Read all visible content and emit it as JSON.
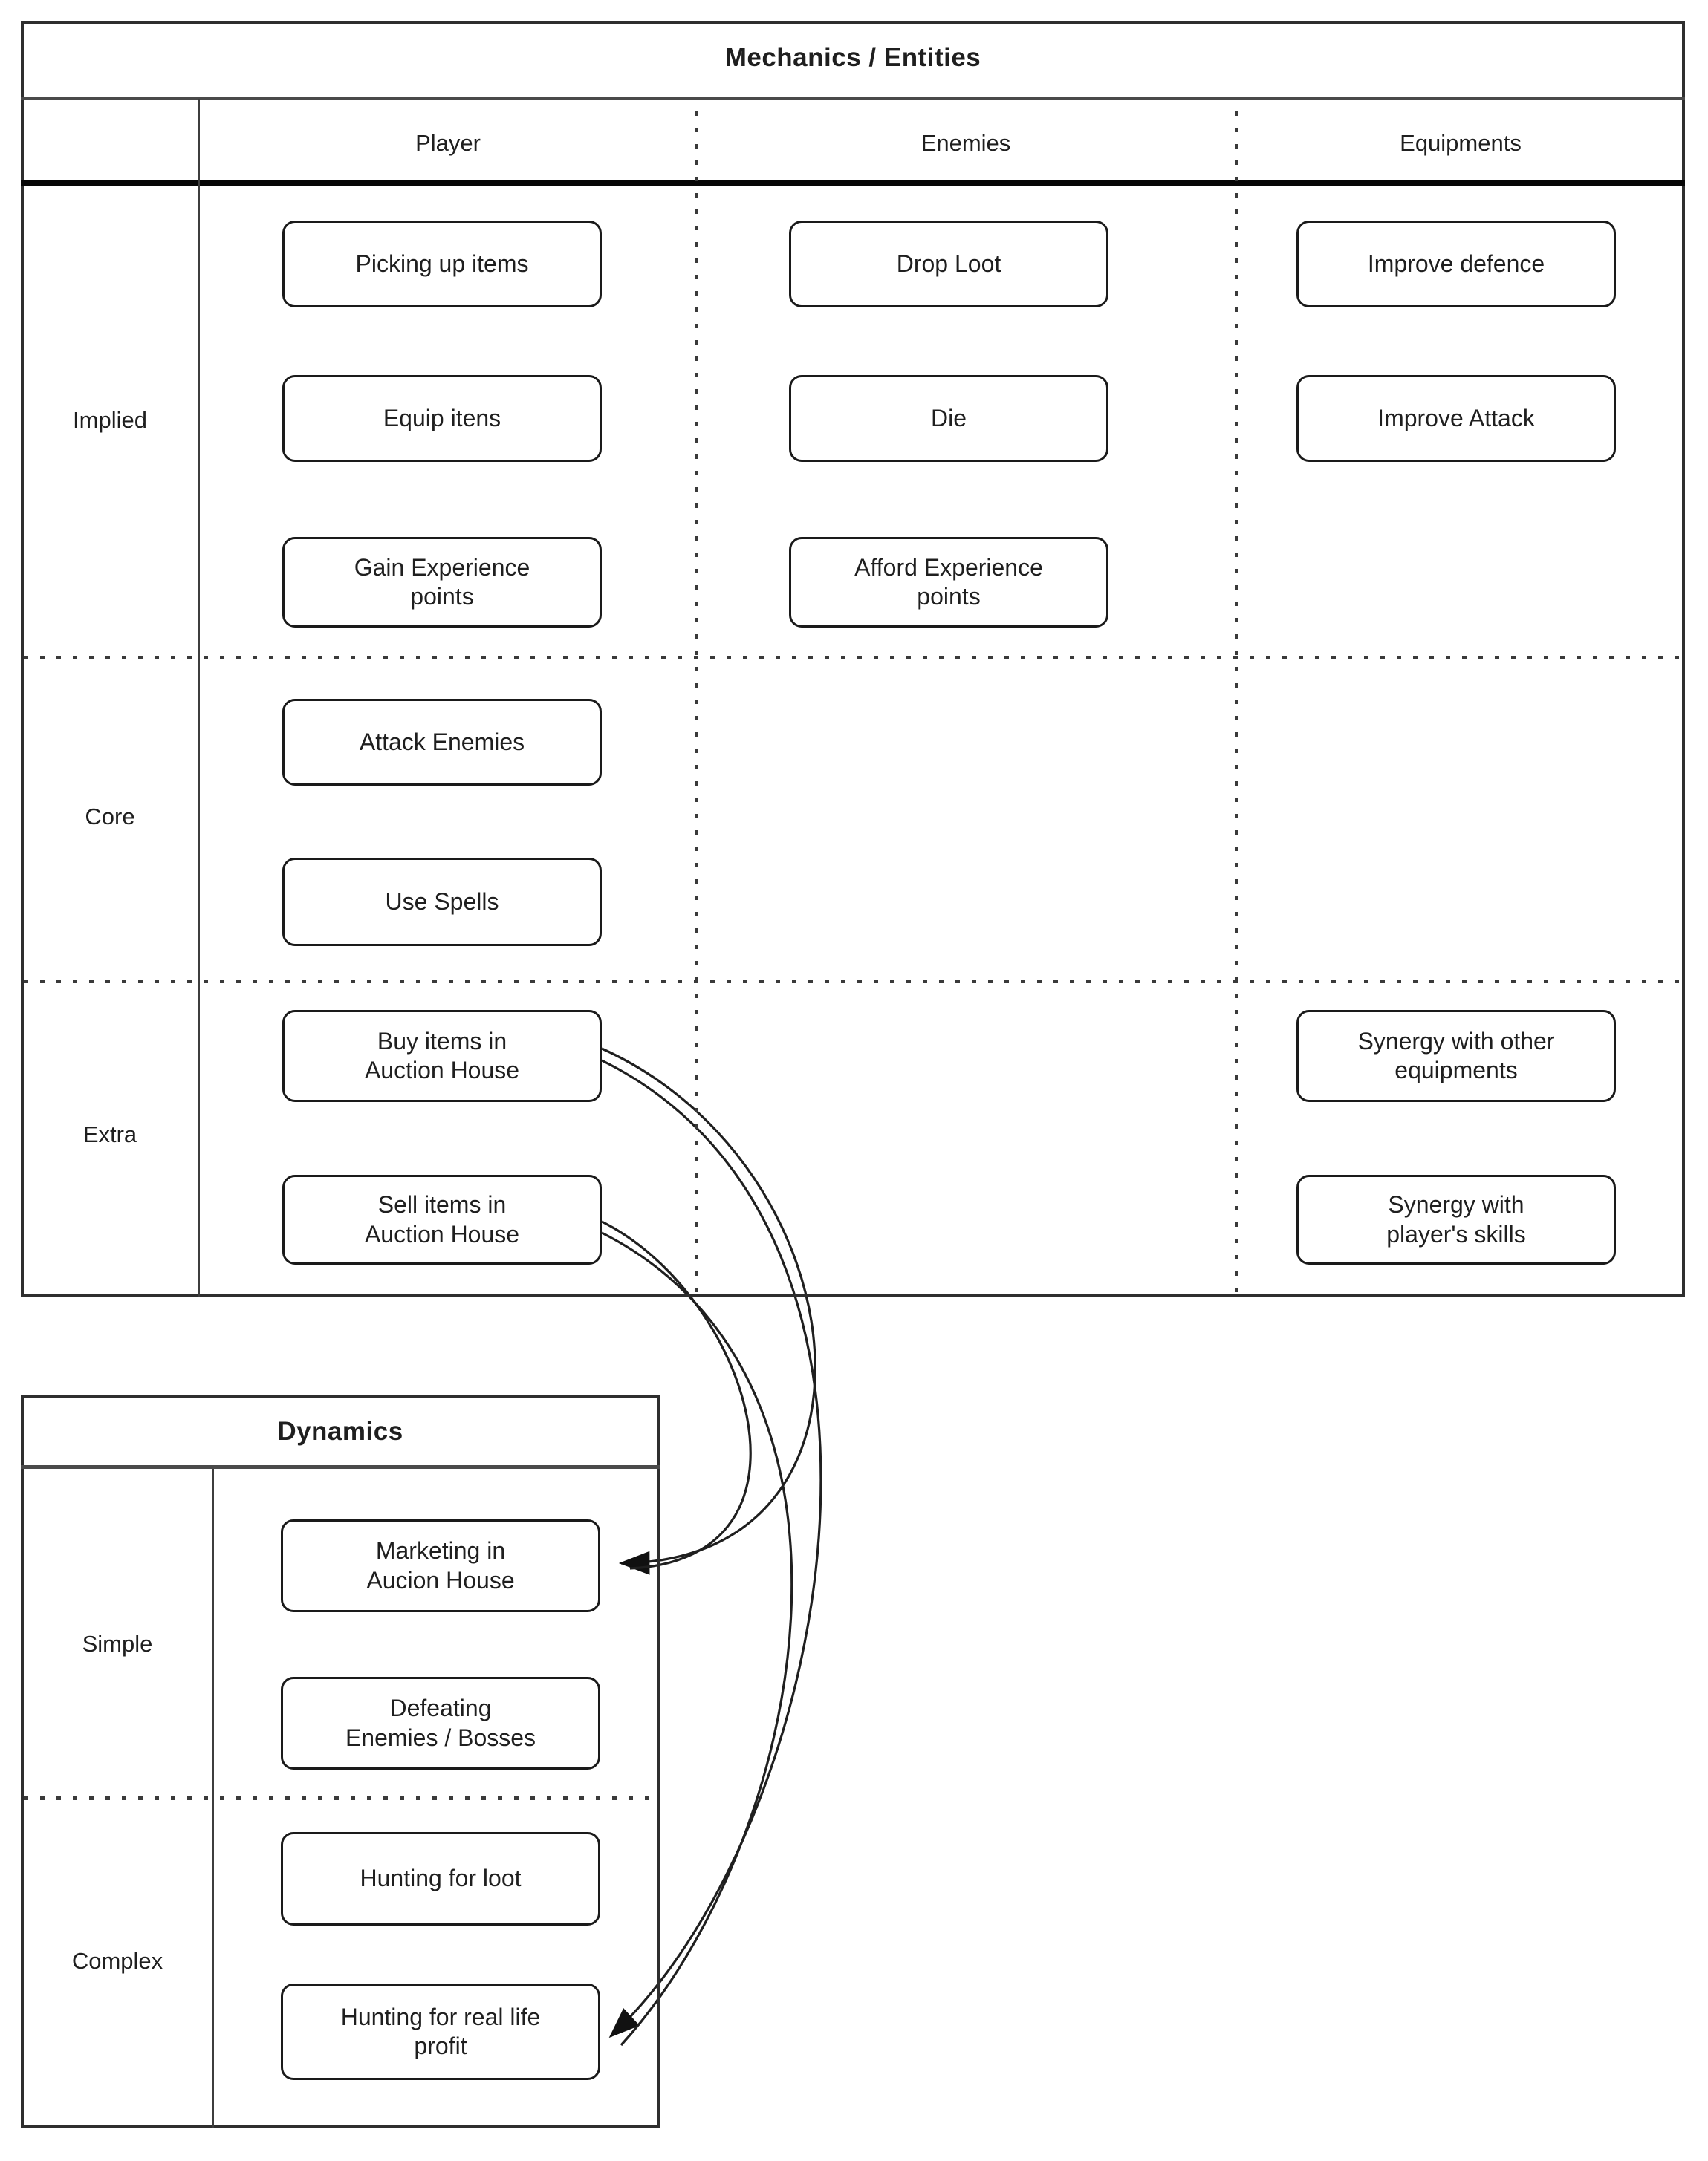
{
  "mechanics": {
    "title": "Mechanics / Entities",
    "column_headers": [
      "Player",
      "Enemies",
      "Equipments"
    ],
    "row_labels": [
      "Implied",
      "Core",
      "Extra"
    ],
    "boxes": {
      "picking_up_items": "Picking up items",
      "equip_itens": "Equip itens",
      "gain_experience": "Gain Experience points",
      "drop_loot": "Drop Loot",
      "die": "Die",
      "afford_experience": "Afford Experience points",
      "improve_defence": "Improve defence",
      "improve_attack": "Improve Attack",
      "attack_enemies": "Attack Enemies",
      "use_spells": "Use Spells",
      "buy_items": "Buy items in Auction House",
      "sell_items": "Sell items in Auction House",
      "synergy_equipments": "Synergy with other equipments",
      "synergy_skills": "Synergy with player's skills"
    }
  },
  "dynamics": {
    "title": "Dynamics",
    "row_labels": [
      "Simple",
      "Complex"
    ],
    "boxes": {
      "marketing": "Marketing in Aucion House",
      "defeating": "Defeating Enemies / Bosses",
      "hunting_loot": "Hunting for loot",
      "hunting_profit": "Hunting for real life profit"
    }
  },
  "connections": [
    {
      "from": "Buy items in Auction House",
      "to": "Marketing in Aucion House"
    },
    {
      "from": "Sell items in Auction House",
      "to": "Marketing in Aucion House"
    },
    {
      "from": "Buy items in Auction House",
      "to": "Hunting for real life profit"
    },
    {
      "from": "Sell items in Auction House",
      "to": "Hunting for real life profit"
    }
  ],
  "colors": {
    "background": "#ffffff",
    "line": "#1f1f1f",
    "border": "#2e2e2e",
    "text": "#1f1f1f"
  }
}
